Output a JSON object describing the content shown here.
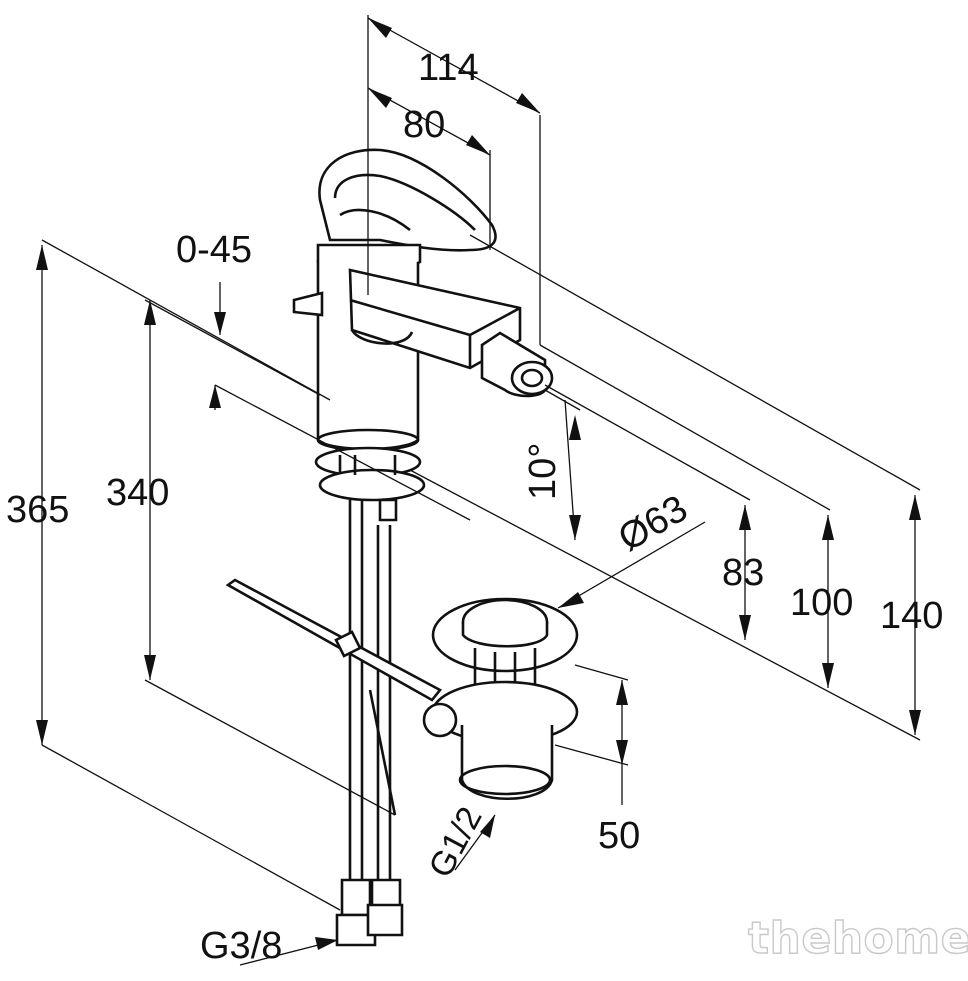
{
  "dimensions": {
    "d114": "114",
    "d80": "80",
    "d0_45": "0-45",
    "d365": "365",
    "d340": "340",
    "d10deg": "10°",
    "d63": "Ø63",
    "d83": "83",
    "d100": "100",
    "d140": "140",
    "d50": "50",
    "thread_half": "G1/2",
    "thread_38": "G3/8"
  },
  "watermark": {
    "text": "thehome"
  },
  "colors": {
    "line": "#111111",
    "background": "#ffffff",
    "watermark_outline": "#c9c9c9"
  }
}
